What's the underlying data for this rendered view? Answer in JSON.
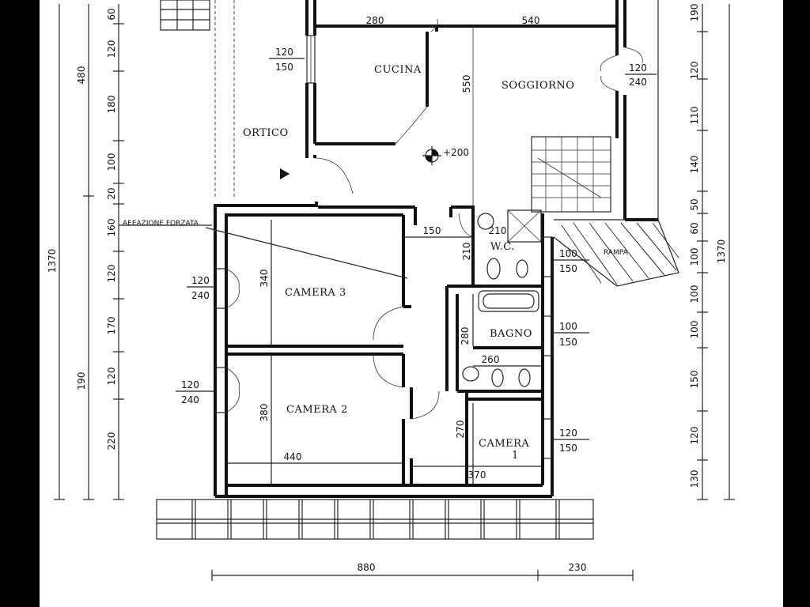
{
  "rooms": {
    "ortico": "ORTICO",
    "cucina": "CUCINA",
    "soggiorno": "SOGGIORNO",
    "camera3": "CAMERA 3",
    "camera2": "CAMERA 2",
    "camera1_a": "CAMERA",
    "camera1_b": "1",
    "wc": "W.C.",
    "bagno": "BAGNO",
    "rampa": "RAMPA",
    "aerazione": "AEEAZIONE FORZATA",
    "elevation": "+200"
  },
  "dimensions": {
    "top_280": "280",
    "top_540": "540",
    "soggiorno_550": "550",
    "win_ortico_num": "120",
    "win_ortico_den": "150",
    "win_sogg_num": "120",
    "win_sogg_den": "240",
    "cam3_340": "340",
    "win_cam3_num": "120",
    "win_cam3_den": "240",
    "cam2_380": "380",
    "win_cam2_num": "120",
    "win_cam2_den": "240",
    "cam2_440": "440",
    "cam1_270": "270",
    "cam1_370": "370",
    "win_cam1_num": "120",
    "win_cam1_den": "150",
    "hall_150": "150",
    "wc_210a": "210",
    "wc_210b": "210",
    "win_wc_num": "100",
    "win_wc_den": "150",
    "bagno_280": "280",
    "bagno_260": "260",
    "win_bagno_num": "100",
    "win_bagno_den": "150",
    "bottom_880": "880",
    "bottom_230": "230",
    "left_total": "1370",
    "right_total": "1370",
    "left_480": "480",
    "left_190": "190",
    "left_chain": [
      "60",
      "120",
      "180",
      "100",
      "20",
      "160",
      "120",
      "170",
      "120",
      "220"
    ],
    "right_chain": [
      "190",
      "120",
      "110",
      "140",
      "50",
      "60",
      "100",
      "100",
      "100",
      "150",
      "120",
      "130"
    ]
  }
}
